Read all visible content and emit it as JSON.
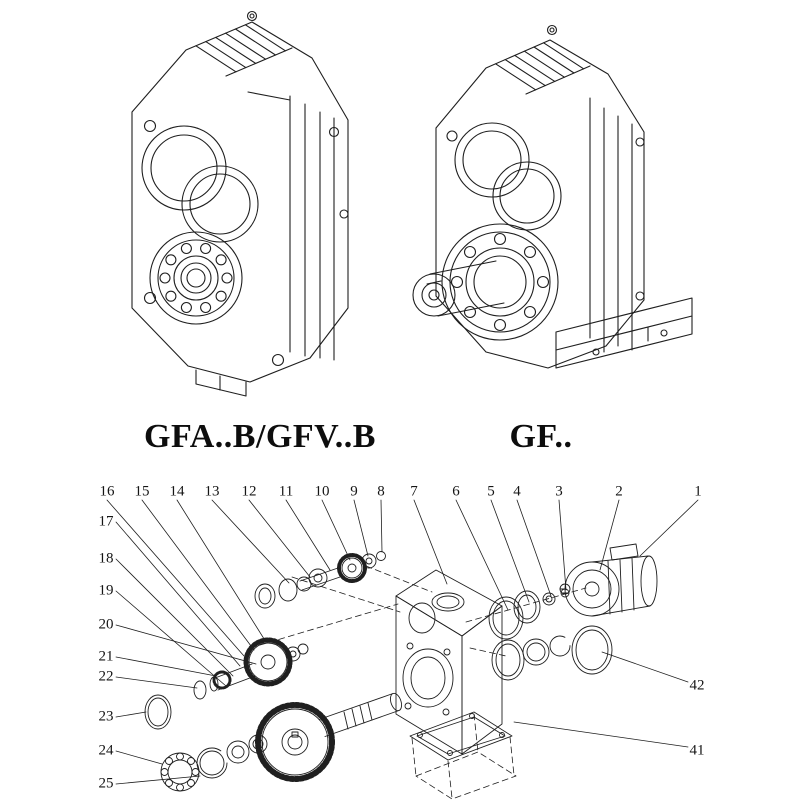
{
  "captions": {
    "left": "GFA..B/GFV..B",
    "right": "GF.."
  },
  "exploded_view": {
    "top_numbers": [
      "16",
      "15",
      "14",
      "13",
      "12",
      "11",
      "10",
      "9",
      "8",
      "7",
      "6",
      "5",
      "4",
      "3",
      "2",
      "1"
    ],
    "left_numbers": [
      "17",
      "18",
      "19",
      "20",
      "21",
      "22",
      "23",
      "24",
      "25"
    ],
    "right_numbers": [
      "42",
      "41"
    ]
  },
  "colors": {
    "line": "#1f1f1f",
    "background": "#ffffff"
  }
}
